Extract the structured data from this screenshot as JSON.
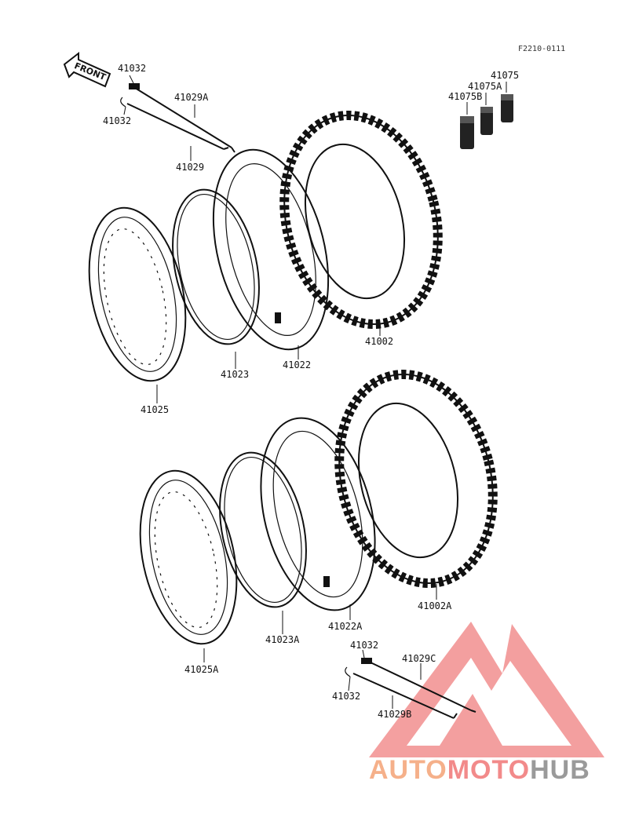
{
  "diagram": {
    "code": "F2210-0111",
    "front_label": "FRONT",
    "labels": {
      "l41032_a": "41032",
      "l41029A": "41029A",
      "l41032_b": "41032",
      "l41029": "41029",
      "l41075": "41075",
      "l41075A": "41075A",
      "l41075B": "41075B",
      "l41002": "41002",
      "l41022": "41022",
      "l41023": "41023",
      "l41025": "41025",
      "l41002A": "41002A",
      "l41022A": "41022A",
      "l41023A": "41023A",
      "l41025A": "41025A",
      "l41032_c": "41032",
      "l41029C": "41029C",
      "l41032_d": "41032",
      "l41029B": "41029B"
    }
  },
  "watermark": {
    "part1": "AUTO",
    "part2": "MOTO",
    "part3": "HUB",
    "colors": {
      "auto": "#f5b08a",
      "moto": "#f28a8a",
      "hub": "#9a9a9a",
      "logo": "#f08080"
    }
  }
}
